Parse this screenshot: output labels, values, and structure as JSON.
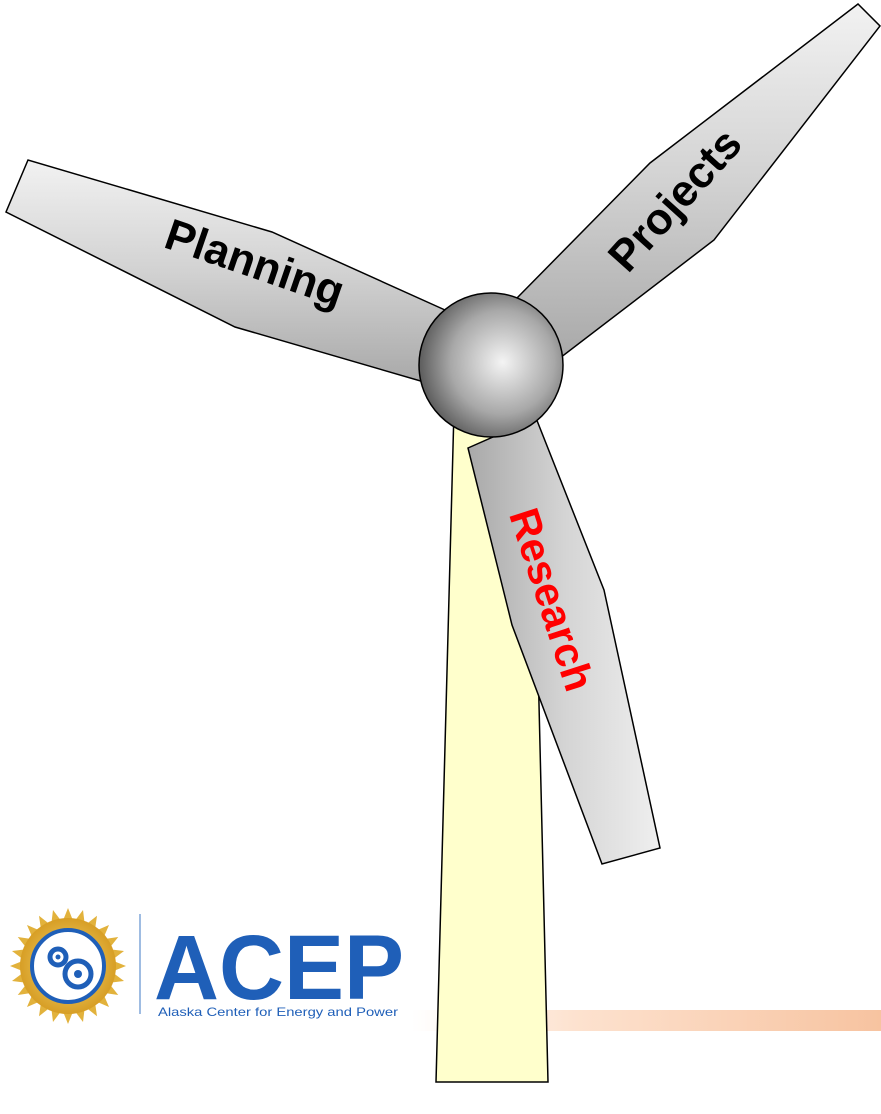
{
  "blades": {
    "planning": {
      "label": "Planning",
      "color": "#000000"
    },
    "projects": {
      "label": "Projects",
      "color": "#000000"
    },
    "research": {
      "label": "Research",
      "color": "#ff0000"
    }
  },
  "logo": {
    "acronym": "ACEP",
    "full_name": "Alaska Center for Energy and Power",
    "brand_color": "#1f5fb8",
    "gear_gold": "#e2b23c"
  },
  "colors": {
    "tower": "#ffffcc",
    "blade": "#d9d9d9",
    "hub": "#9a9a9a",
    "accent_bar": "#f7c7a2"
  }
}
